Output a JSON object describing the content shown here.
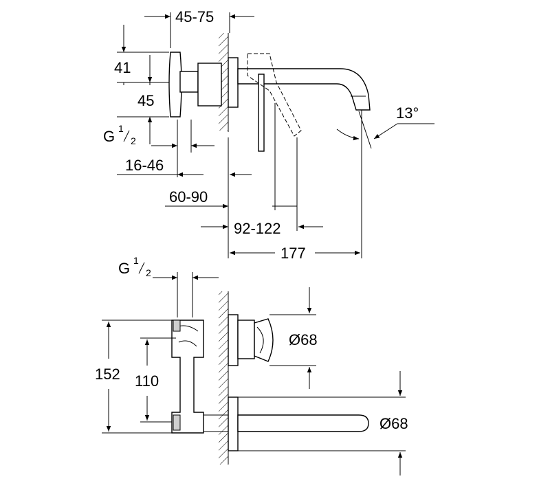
{
  "dimensions": {
    "top_view": {
      "d_45_75": "45-75",
      "d_41": "41",
      "d_45": "45",
      "thread": {
        "prefix": "G",
        "num": "1",
        "den": "2"
      },
      "d_16_46": "16-46",
      "d_60_90": "60-90",
      "d_92_122": "92-122",
      "d_177": "177",
      "angle": "13°"
    },
    "front_view": {
      "thread": {
        "prefix": "G",
        "num": "1",
        "den": "2"
      },
      "d_152": "152",
      "d_110": "110",
      "dia_68_top": "Ø68",
      "dia_68_bottom": "Ø68"
    }
  },
  "colors": {
    "line": "#000000",
    "hatch": "#000000",
    "shade": "#cfcfcf",
    "background": "#ffffff"
  }
}
